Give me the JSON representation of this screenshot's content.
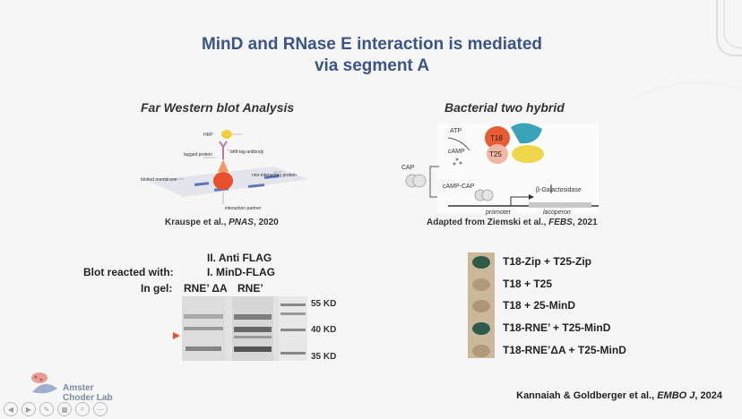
{
  "slide": {
    "title_line1": "MinD and RNase E interaction is mediated",
    "title_line2": "via segment A"
  },
  "left": {
    "section_title": "Far Western blot Analysis",
    "diagram_labels": {
      "hrp": "HRP",
      "anti_tag": "anti-tag-antibody",
      "tagged": "tagged protein",
      "non_interacting": "non-interacting protein",
      "membrane": "blotted membrane",
      "partner": "interaction partner"
    },
    "citation_authors": "Krauspe et al., ",
    "citation_journal": "PNAS",
    "citation_year": ", 2020",
    "blot_line1": "II. Anti FLAG",
    "blot_prefix": "Blot reacted with:",
    "blot_line2": "I. MinD-FLAG",
    "gel_prefix": "In gel:",
    "lane1": "RNE’ ΔA",
    "lane2": "RNE’",
    "markers": [
      "55 KD",
      "40 KD",
      "35 KD"
    ]
  },
  "right": {
    "section_title": "Bacterial two hybrid",
    "diagram_labels": {
      "atp": "ATP",
      "camp": "cAMP",
      "t18": "T18",
      "t25": "T25",
      "cap": "CAP",
      "camp_cap": "cAMP-CAP",
      "beta_gal": "β-Galactosidase",
      "promoter": "promoter",
      "lacoperon": "lacoperon"
    },
    "citation_authors": "Adapted from Ziemski et al., ",
    "citation_journal": "FEBS",
    "citation_year": ", 2021",
    "spots": [
      {
        "label": "T18-Zip + T25-Zip",
        "color": "#2f5a46"
      },
      {
        "label": "T18 + T25",
        "color": "#b09a78"
      },
      {
        "label": "T18 + 25-MinD",
        "color": "#ad9676"
      },
      {
        "label": "T18-RNE’ + T25-MinD",
        "color": "#2f5a4c"
      },
      {
        "label": "T18-RNE’ΔA + T25-MinD",
        "color": "#ae9878"
      }
    ]
  },
  "footer": {
    "authors": "Kannaiah & Goldberger et al., ",
    "journal": "EMBO J",
    "year": ", 2024"
  },
  "logo": {
    "line1": "Amster",
    "line2": "Choder Lab"
  },
  "colors": {
    "title": "#3a5586",
    "arrow": "#e8532a"
  }
}
